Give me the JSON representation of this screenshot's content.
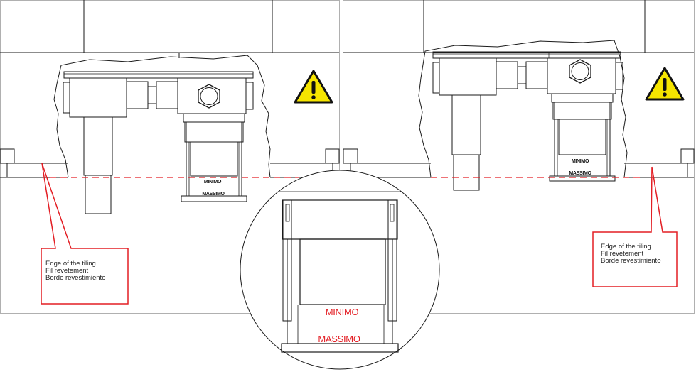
{
  "callouts": {
    "left": {
      "line1": "Edge of the tiling",
      "line2": "Fil revetement",
      "line3": "Borde revestimiento"
    },
    "right": {
      "line1": "Edge of the tiling",
      "line2": "Fil revetement",
      "line3": "Borde revestimiento"
    }
  },
  "levels": {
    "minimo": "MINIMO",
    "massimo": "MASSIMO"
  },
  "colors": {
    "accent": "#e31e24",
    "line": "#1a1a1a",
    "frame": "#b0b0b0",
    "warning_fill": "#f6e500"
  },
  "icons": [
    "warning-icon",
    "warning-icon"
  ]
}
